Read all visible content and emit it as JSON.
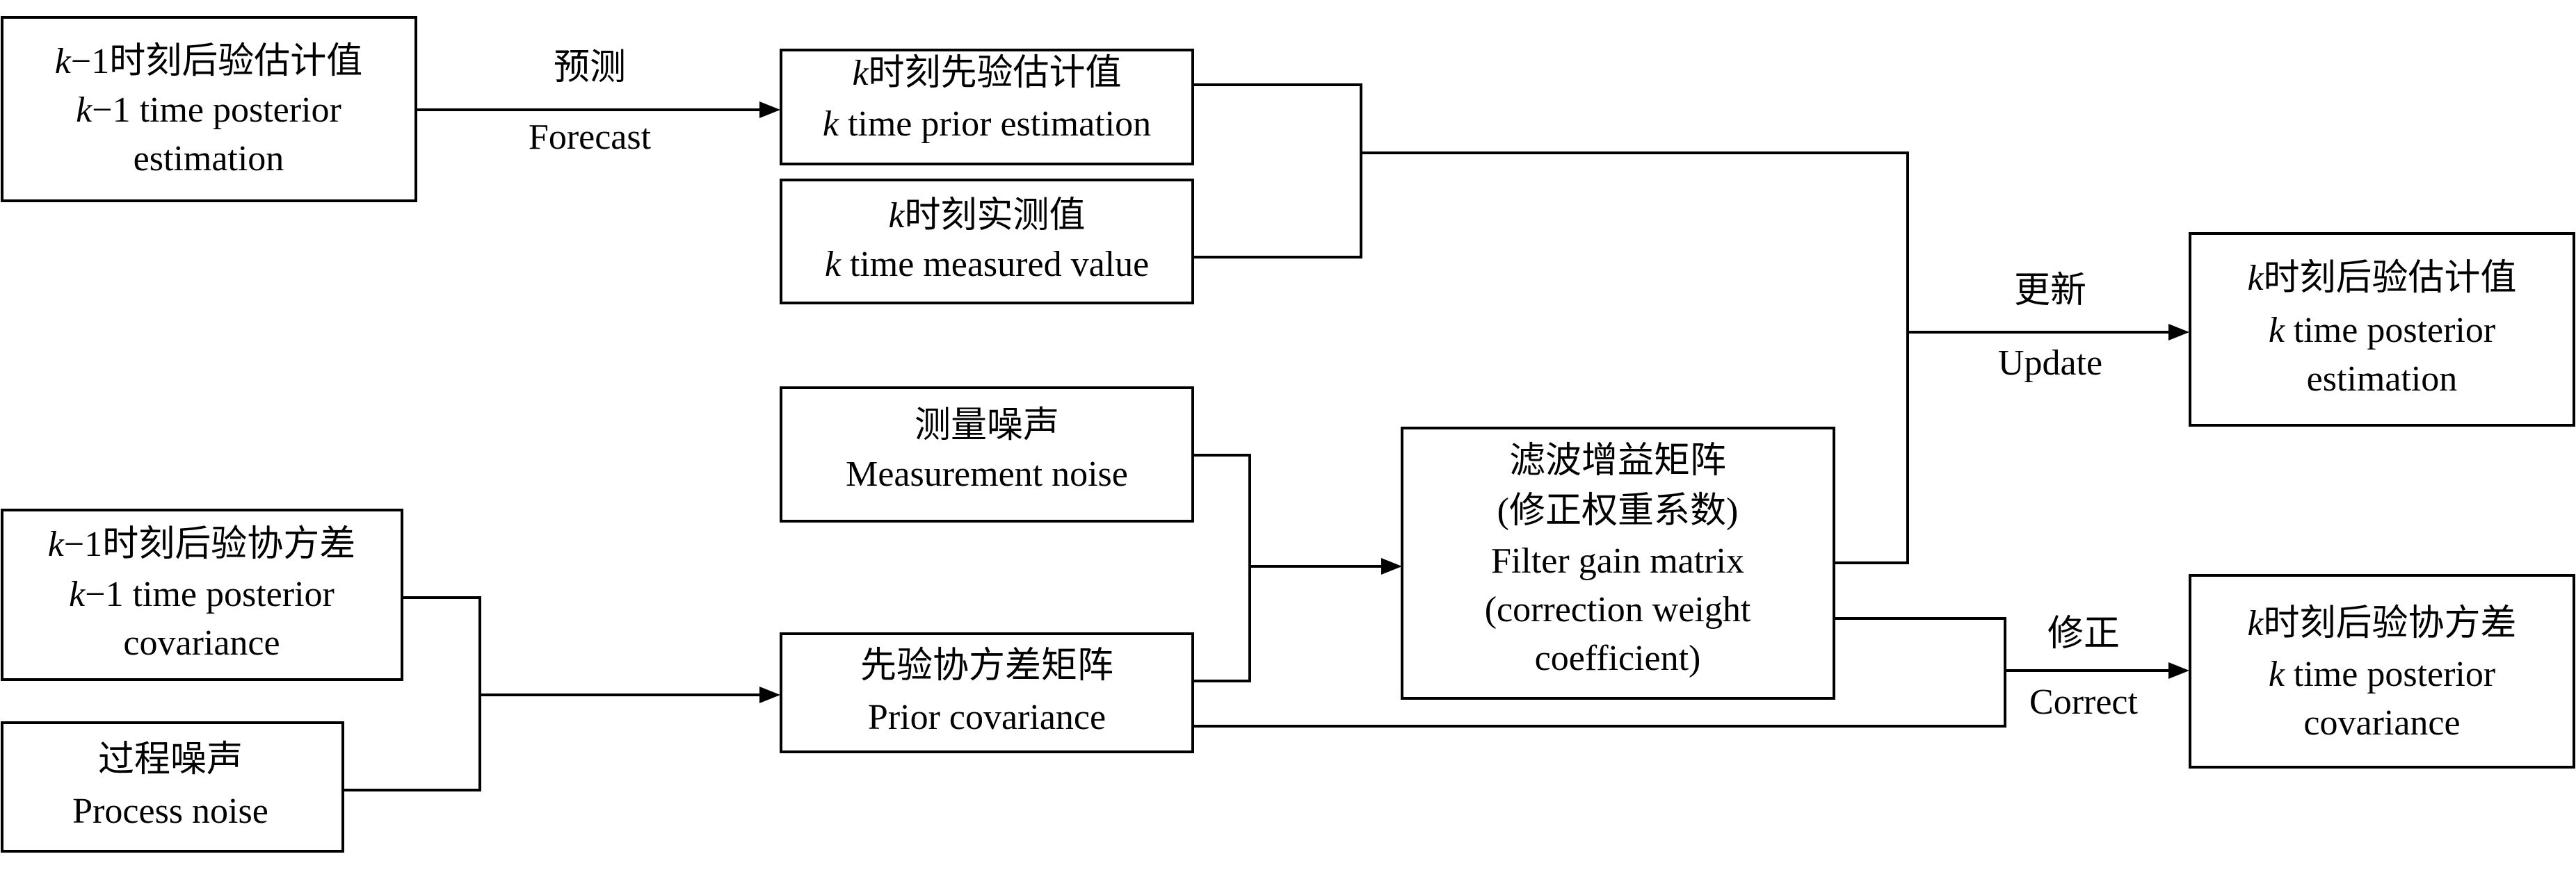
{
  "nodes": {
    "prev_posterior_estimate": {
      "line1": "k−1时刻后验估计值",
      "line2": "k−1 time posterior",
      "line3": "estimation"
    },
    "prior_estimate": {
      "line1": "k时刻先验估计值",
      "line2": "k time prior estimation"
    },
    "measured_value": {
      "line1": "k时刻实测值",
      "line2": "k time measured value"
    },
    "measurement_noise": {
      "line1": "测量噪声",
      "line2": "Measurement noise"
    },
    "prev_posterior_covariance": {
      "line1": "k−1时刻后验协方差",
      "line2": "k−1 time posterior",
      "line3": "covariance"
    },
    "process_noise": {
      "line1": "过程噪声",
      "line2": "Process noise"
    },
    "prior_covariance": {
      "line1": "先验协方差矩阵",
      "line2": "Prior covariance"
    },
    "filter_gain": {
      "line1": "滤波增益矩阵",
      "line2": "(修正权重系数)",
      "line3": "Filter gain matrix",
      "line4": "(correction weight",
      "line5": "coefficient)"
    },
    "posterior_estimate": {
      "line1": "k时刻后验估计值",
      "line2": "k time posterior",
      "line3": "estimation"
    },
    "posterior_covariance": {
      "line1": "k时刻后验协方差",
      "line2": "k time posterior",
      "line3": "covariance"
    }
  },
  "edges": {
    "forecast": {
      "zh": "预测",
      "en": "Forecast"
    },
    "update": {
      "zh": "更新",
      "en": "Update"
    },
    "correct": {
      "zh": "修正",
      "en": "Correct"
    }
  }
}
